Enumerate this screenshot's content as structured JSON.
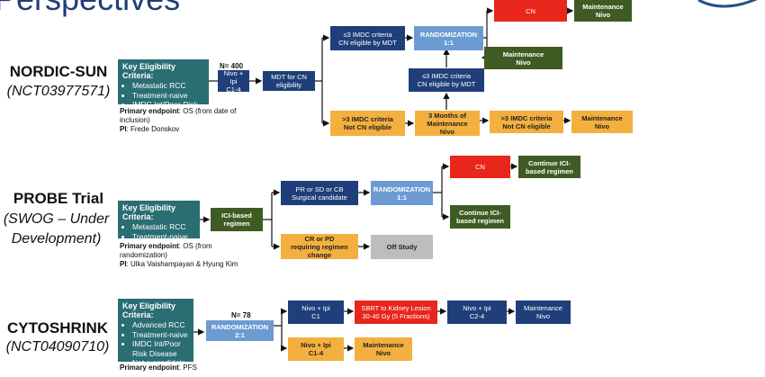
{
  "title": "Perspectives",
  "trials": {
    "nordic": {
      "name": "NORDIC-SUN",
      "id": "(NCT03977571)",
      "eligibility": {
        "header": "Key Eligibility Criteria:",
        "items": [
          "Metastatic RCC",
          "Treatment-naive",
          "IMDC Int/Poor Risk"
        ]
      },
      "endpoint_label": "Primary endpoint",
      "endpoint_text": ": OS (from date of inclusion)",
      "pi_label": "PI",
      "pi_text": ": Frede Donskov",
      "n": "N= 400",
      "treat": [
        "Nivo + Ipi",
        "C1-4"
      ],
      "mdt": [
        "MDT for CN",
        "eligibility"
      ],
      "upper": [
        "≤3 IMDC criteria",
        "CN eligible by MDT"
      ],
      "rand": [
        "RANDOMIZATION",
        "1:1"
      ],
      "cn": "CN",
      "maint_top": [
        "Maintenance",
        "Nivo"
      ],
      "maint_mid": [
        "Maintenance",
        "Nivo"
      ],
      "mid": [
        "≤3 IMDC criteria",
        "CN eligible by MDT"
      ],
      "lower": [
        ">3 IMDC criteria",
        "Not CN eligible"
      ],
      "three_months": [
        "3 Months of",
        "Maintenance",
        "Nivo"
      ],
      "lower2": [
        ">3 IMDC criteria",
        "Not CN eligible"
      ],
      "maint_low": [
        "Maintenance",
        "Nivo"
      ]
    },
    "probe": {
      "name": "PROBE Trial",
      "sub": [
        "(SWOG – Under",
        "Development)"
      ],
      "eligibility": {
        "header": "Key Eligibility Criteria:",
        "items": [
          "Metastatic RCC",
          "Treatment-naive"
        ]
      },
      "endpoint_label": "Primary endpoint",
      "endpoint_text": ": OS (from randomization)",
      "pi_label": "PI",
      "pi_text": ": Ulka Vaishampayan & Hyung Kim",
      "ici": [
        "ICI-based",
        "regimen"
      ],
      "upper": [
        "PR or SD or CB",
        "Surgical candidate"
      ],
      "rand": [
        "RANDOMIZATION",
        "1:1"
      ],
      "cn": "CN",
      "cont1": [
        "Continue ICI-",
        "based regimen"
      ],
      "cont2": [
        "Continue ICI-",
        "based regimen"
      ],
      "lower": [
        "CR or PD",
        "requiring regimen",
        "change"
      ],
      "off": "Off Study"
    },
    "cyto": {
      "name": "CYTOSHRINK",
      "id": "(NCT04090710)",
      "eligibility": {
        "header": "Key Eligibility Criteria:",
        "items": [
          "Advanced RCC",
          "Treatment-naive",
          "IMDC Int/Poor Risk Disease",
          "Not a candidate for CN"
        ]
      },
      "endpoint_label": "Primary endpoint",
      "endpoint_text": ": PFS",
      "n": "N= 78",
      "rand": [
        "RANDOMIZATION",
        "2:1"
      ],
      "nivo1": [
        "Nivo + Ipi",
        "C1"
      ],
      "sbrt": [
        "SBRT to Kidney Lesion",
        "30-40 Gy (5 Fractions)"
      ],
      "nivo2": [
        "Nivo + Ipi",
        "C2-4"
      ],
      "maint1": [
        "Maintenance",
        "Nivo"
      ],
      "nivo3": [
        "Nivo + Ipi",
        "C1-4"
      ],
      "maint2": [
        "Maintenance",
        "Nivo"
      ]
    }
  },
  "colors": {
    "navy": "#1f3f7a",
    "green": "#3e5b24",
    "red": "#e8261c",
    "orange": "#f4b03e",
    "light_blue": "#6c9bd2",
    "teal": "#2a6e73",
    "grey": "#bdbdbd"
  }
}
